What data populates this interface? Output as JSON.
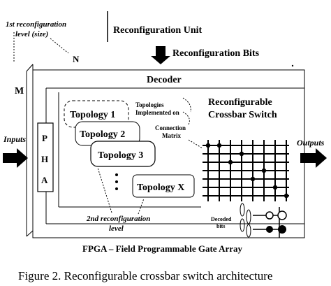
{
  "labels": {
    "first_level": "1st reconfiguration",
    "first_level_2": "level (size)",
    "n": "N",
    "m": "M",
    "reconfig_unit": "Reconfiguration Unit",
    "reconfig_bits": "Reconfiguration Bits",
    "decoder": "Decoder",
    "inputs": "Inputs",
    "pha_p": "P",
    "pha_h": "H",
    "pha_a": "A",
    "topology_1": "Topology 1",
    "topology_2": "Topology 2",
    "topology_3": "Topology 3",
    "topology_x": "Topology X",
    "topologies_note_1": "Topologies",
    "topologies_note_2": "Implemented on",
    "connection_note_1": "Connection",
    "connection_note_2": "Matrix",
    "crossbar_1": "Reconfigurable",
    "crossbar_2": "Crossbar Switch",
    "outputs": "Outputs",
    "second_level_1": "2nd reconfiguration",
    "second_level_2": "level",
    "decoded_1": "Decoded",
    "decoded_2": "bits",
    "fpga": "FPGA – Field Programmable Gate Array",
    "caption": "Figure 2.   Reconfigurable crossbar switch architecture"
  }
}
